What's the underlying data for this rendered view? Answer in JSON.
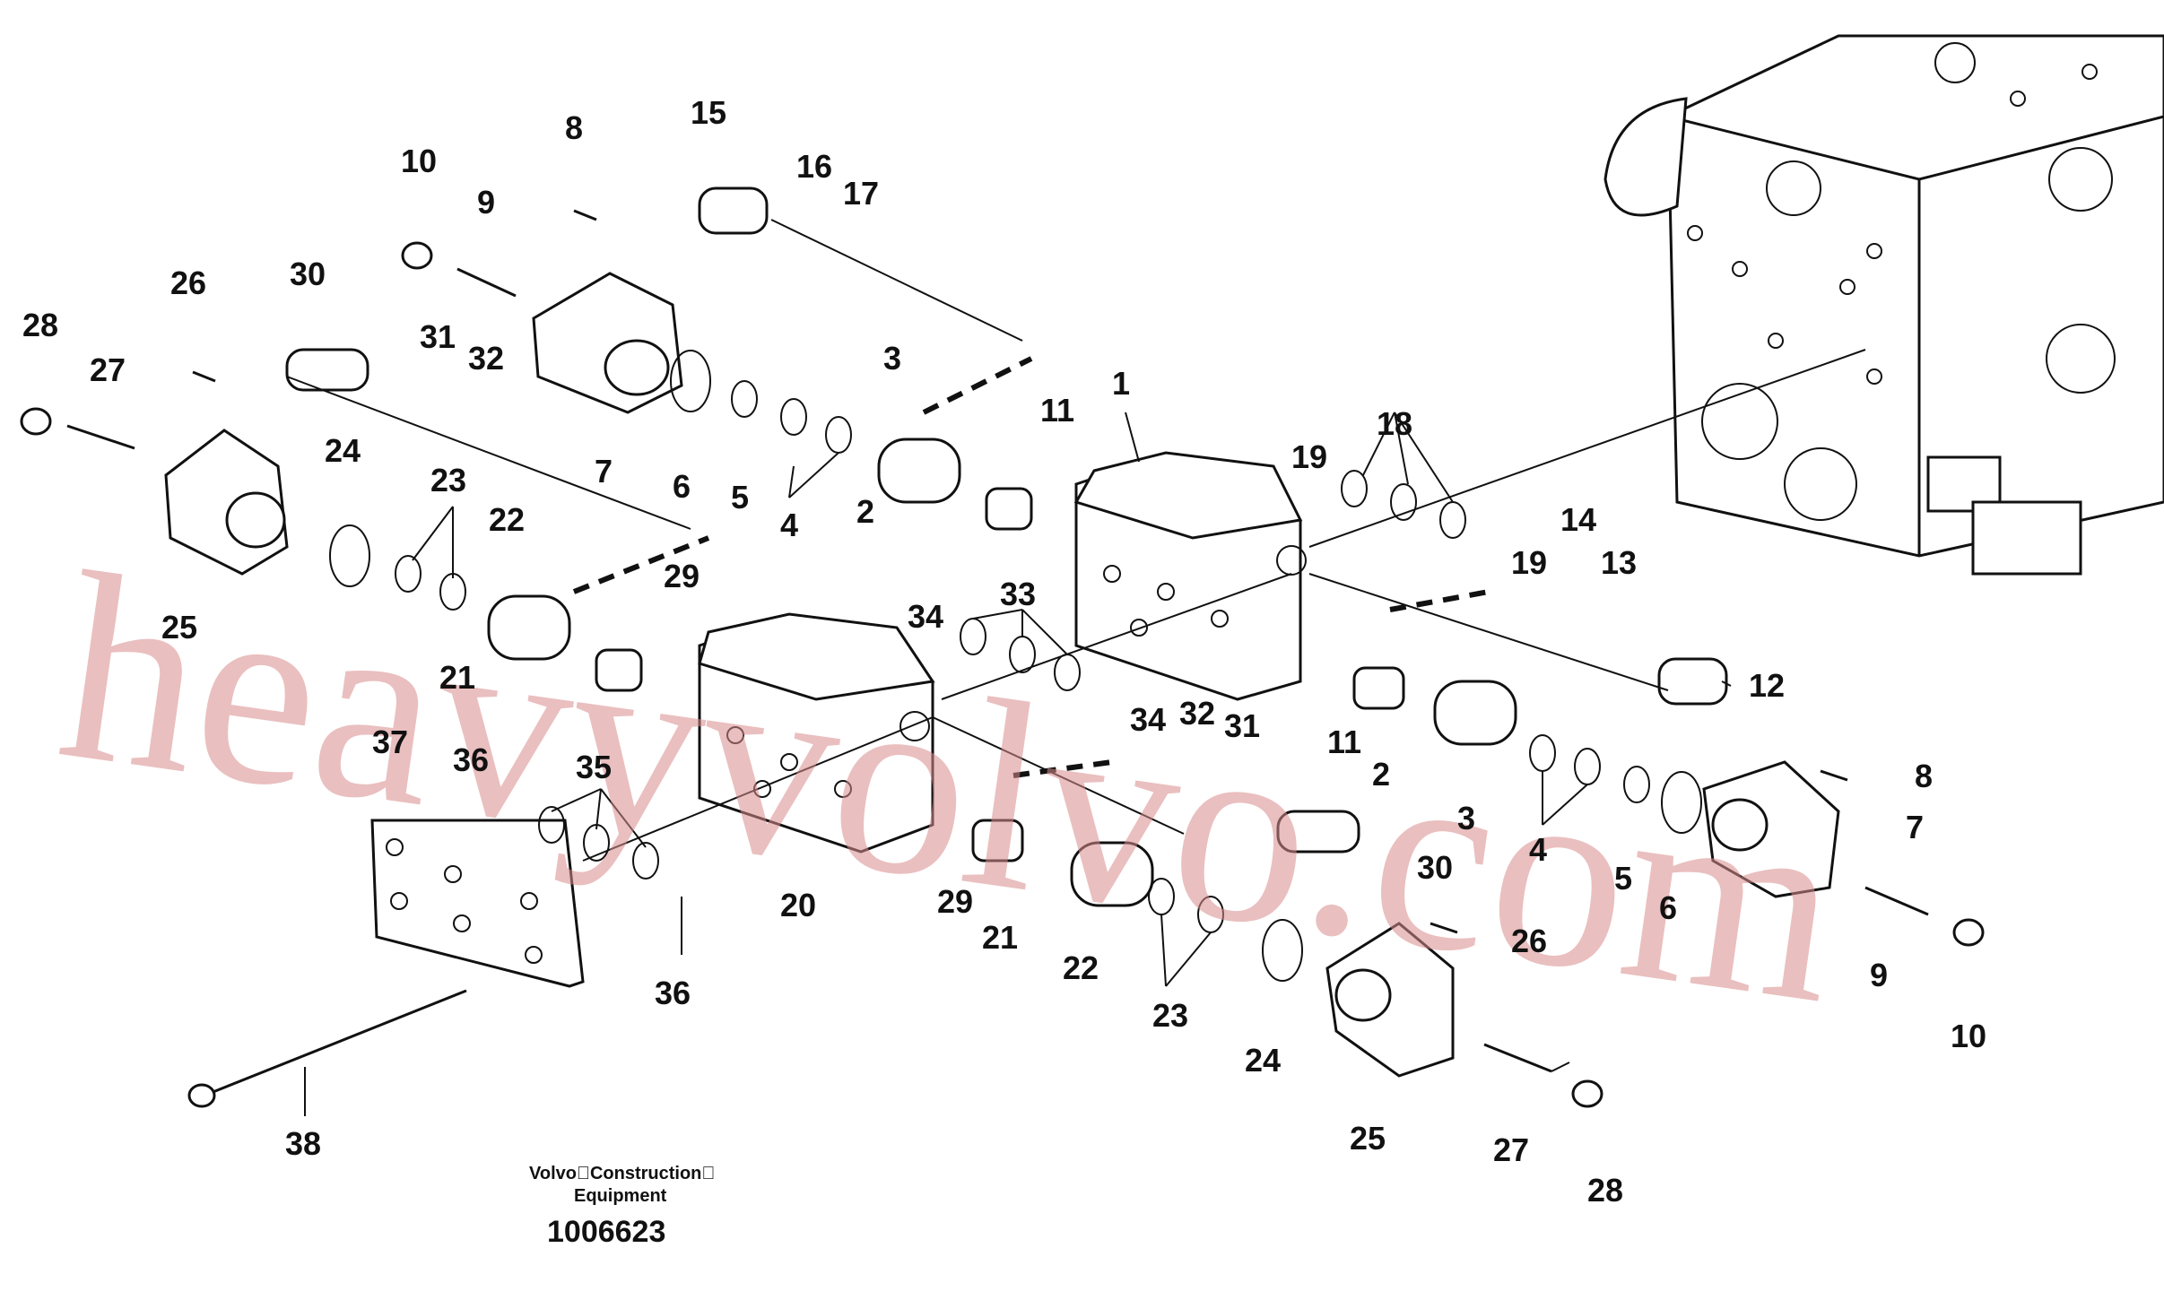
{
  "watermark": "heavyvolvo.com",
  "caption": {
    "line1": "Volvo\u0000Construction\u0000",
    "line2": "Equipment",
    "number": "1006623"
  },
  "callouts": {
    "c1": "1",
    "c2a": "2",
    "c2b": "2",
    "c3a": "3",
    "c3b": "3",
    "c4a": "4",
    "c4b": "4",
    "c5a": "5",
    "c5b": "5",
    "c6a": "6",
    "c6b": "6",
    "c7a": "7",
    "c7b": "7",
    "c8a": "8",
    "c8b": "8",
    "c9a": "9",
    "c9b": "9",
    "c10a": "10",
    "c10b": "10",
    "c11a": "11",
    "c11b": "11",
    "c12": "12",
    "c13": "13",
    "c14": "14",
    "c15": "15",
    "c16": "16",
    "c17": "17",
    "c18": "18",
    "c19a": "19",
    "c19b": "19",
    "c20": "20",
    "c21a": "21",
    "c21b": "21",
    "c22a": "22",
    "c22b": "22",
    "c23a": "23",
    "c23b": "23",
    "c24a": "24",
    "c24b": "24",
    "c25a": "25",
    "c25b": "25",
    "c26a": "26",
    "c26b": "26",
    "c27a": "27",
    "c27b": "27",
    "c28a": "28",
    "c28b": "28",
    "c29a": "29",
    "c29b": "29",
    "c30a": "30",
    "c30b": "30",
    "c31a": "31",
    "c31b": "31",
    "c32a": "32",
    "c32b": "32",
    "c33": "33",
    "c34a": "34",
    "c34b": "34",
    "c35": "35",
    "c36a": "36",
    "c36b": "36",
    "c37": "37",
    "c38": "38"
  }
}
